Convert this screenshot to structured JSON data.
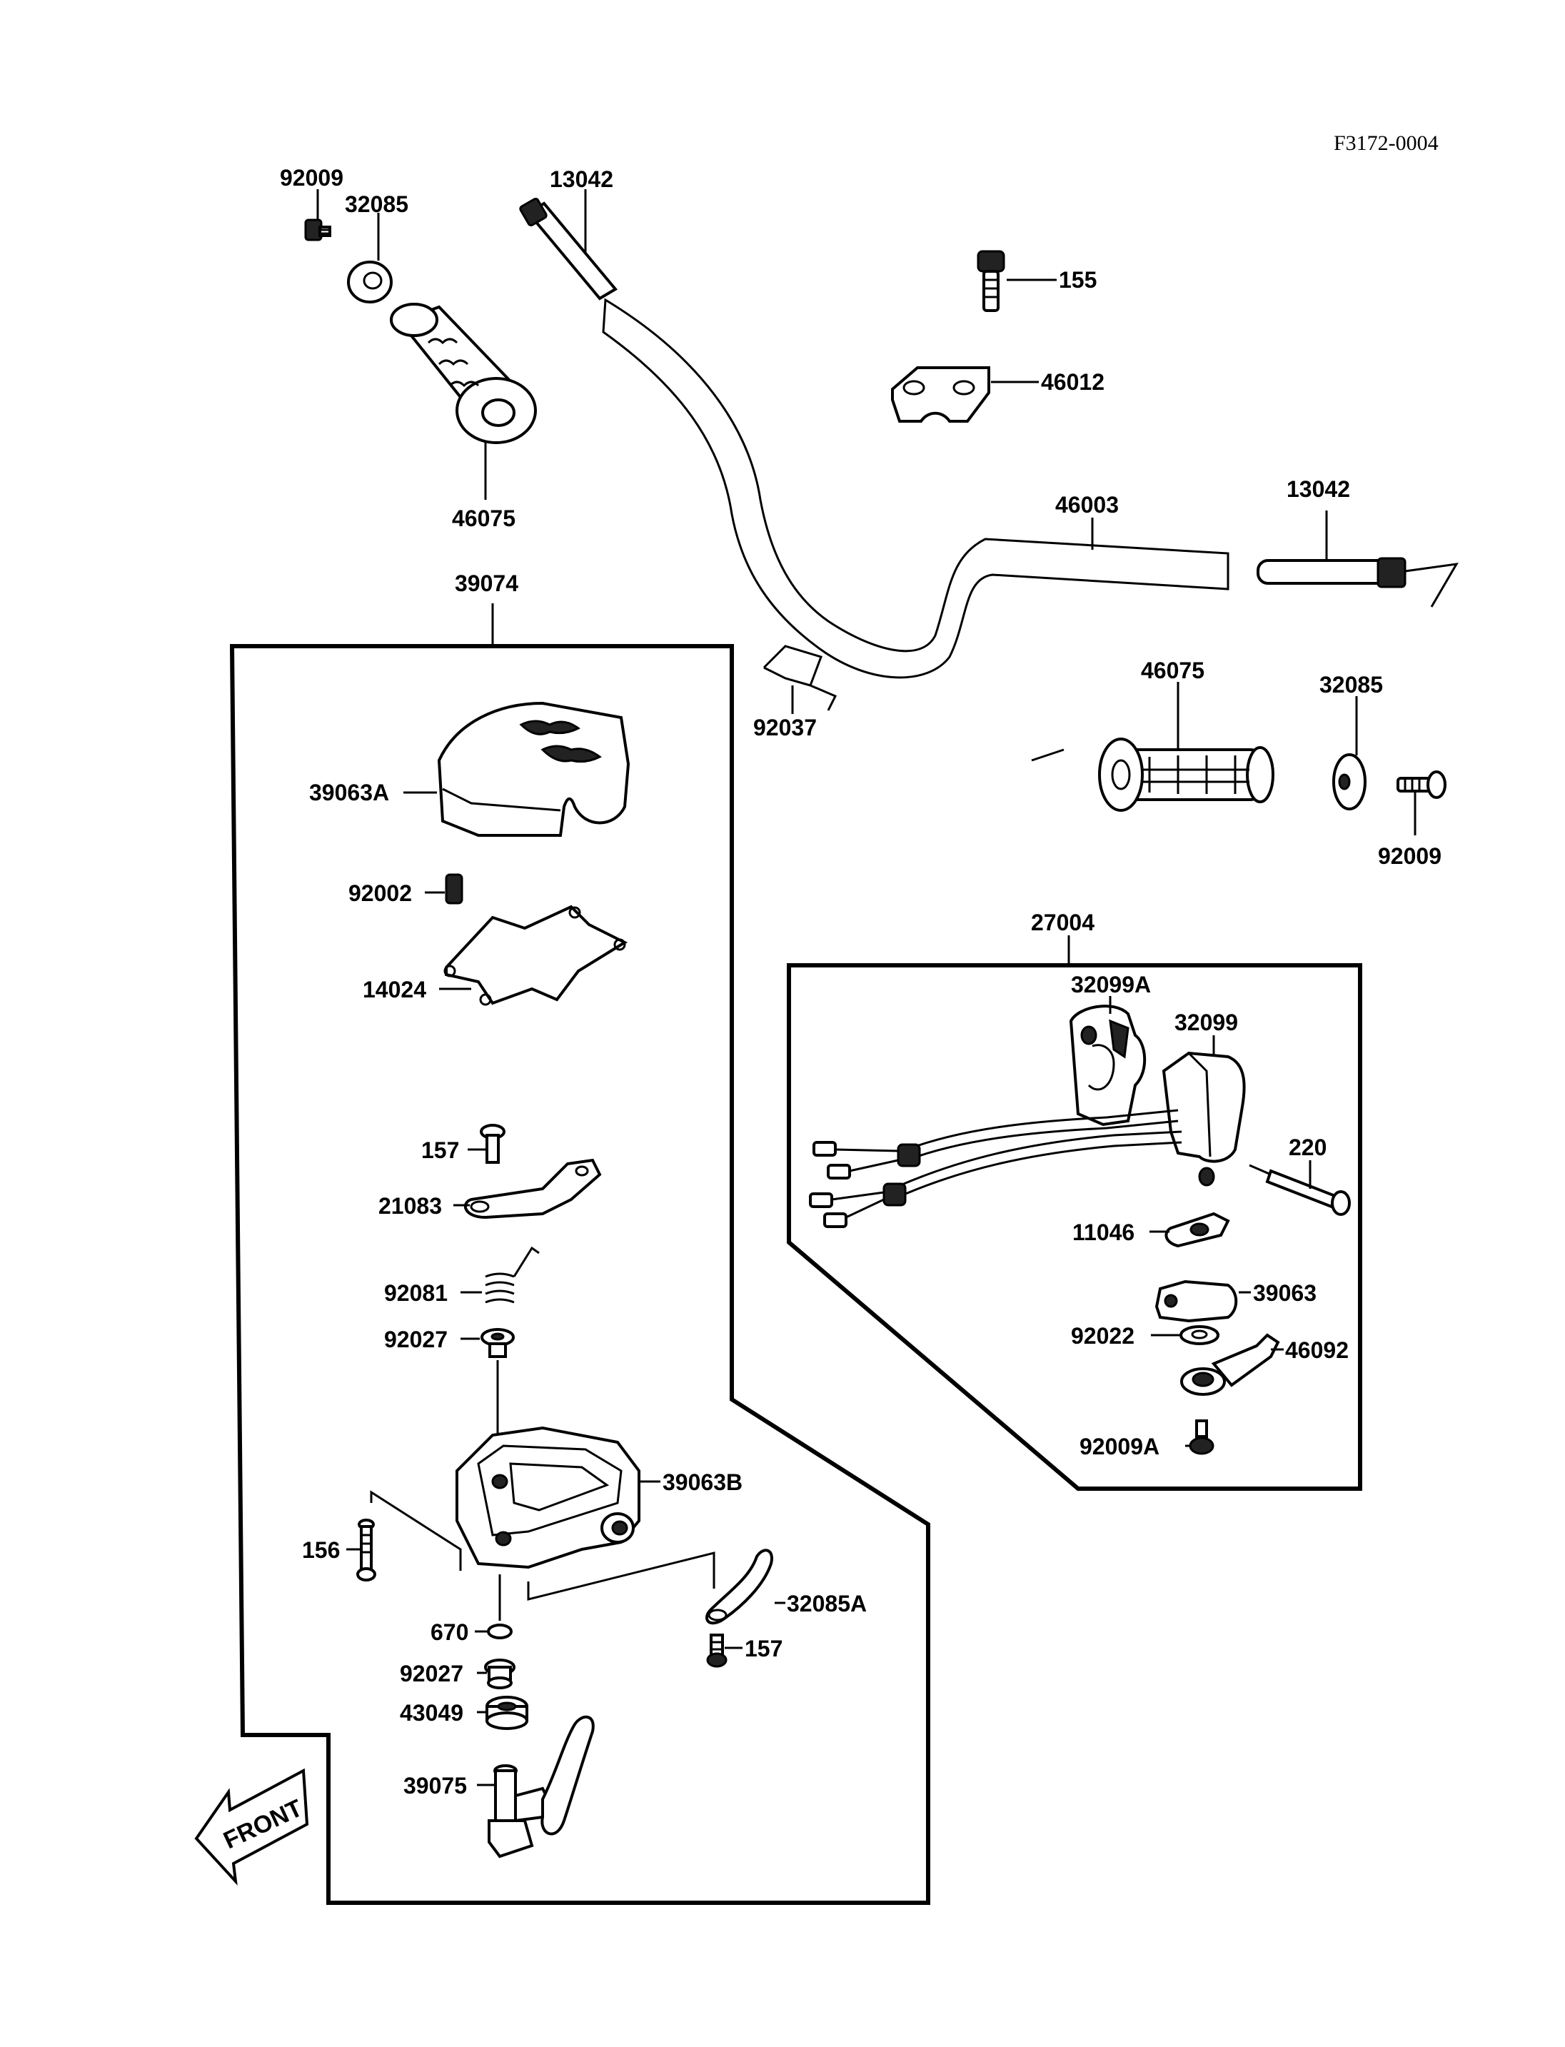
{
  "diagram_code": "F3172-0004",
  "front_label": "FRONT",
  "labels": {
    "l92009_top": "92009",
    "l32085_top": "32085",
    "l13042_left": "13042",
    "l155": "155",
    "l46012": "46012",
    "l46075_left": "46075",
    "l46003": "46003",
    "l13042_right": "13042",
    "l39074": "39074",
    "l92037": "92037",
    "l46075_right": "46075",
    "l32085_right": "32085",
    "l92009_right": "92009",
    "l39063A": "39063A",
    "l92002": "92002",
    "l14024": "14024",
    "l27004": "27004",
    "l32099A": "32099A",
    "l32099": "32099",
    "l220": "220",
    "l11046": "11046",
    "l39063": "39063",
    "l92022": "92022",
    "l46092": "46092",
    "l92009A": "92009A",
    "l157_top": "157",
    "l21083": "21083",
    "l92081": "92081",
    "l92027_top": "92027",
    "l39063B": "39063B",
    "l156": "156",
    "l32085A": "32085A",
    "l670": "670",
    "l157_bottom": "157",
    "l92027_bottom": "92027",
    "l43049": "43049",
    "l39075": "39075"
  }
}
